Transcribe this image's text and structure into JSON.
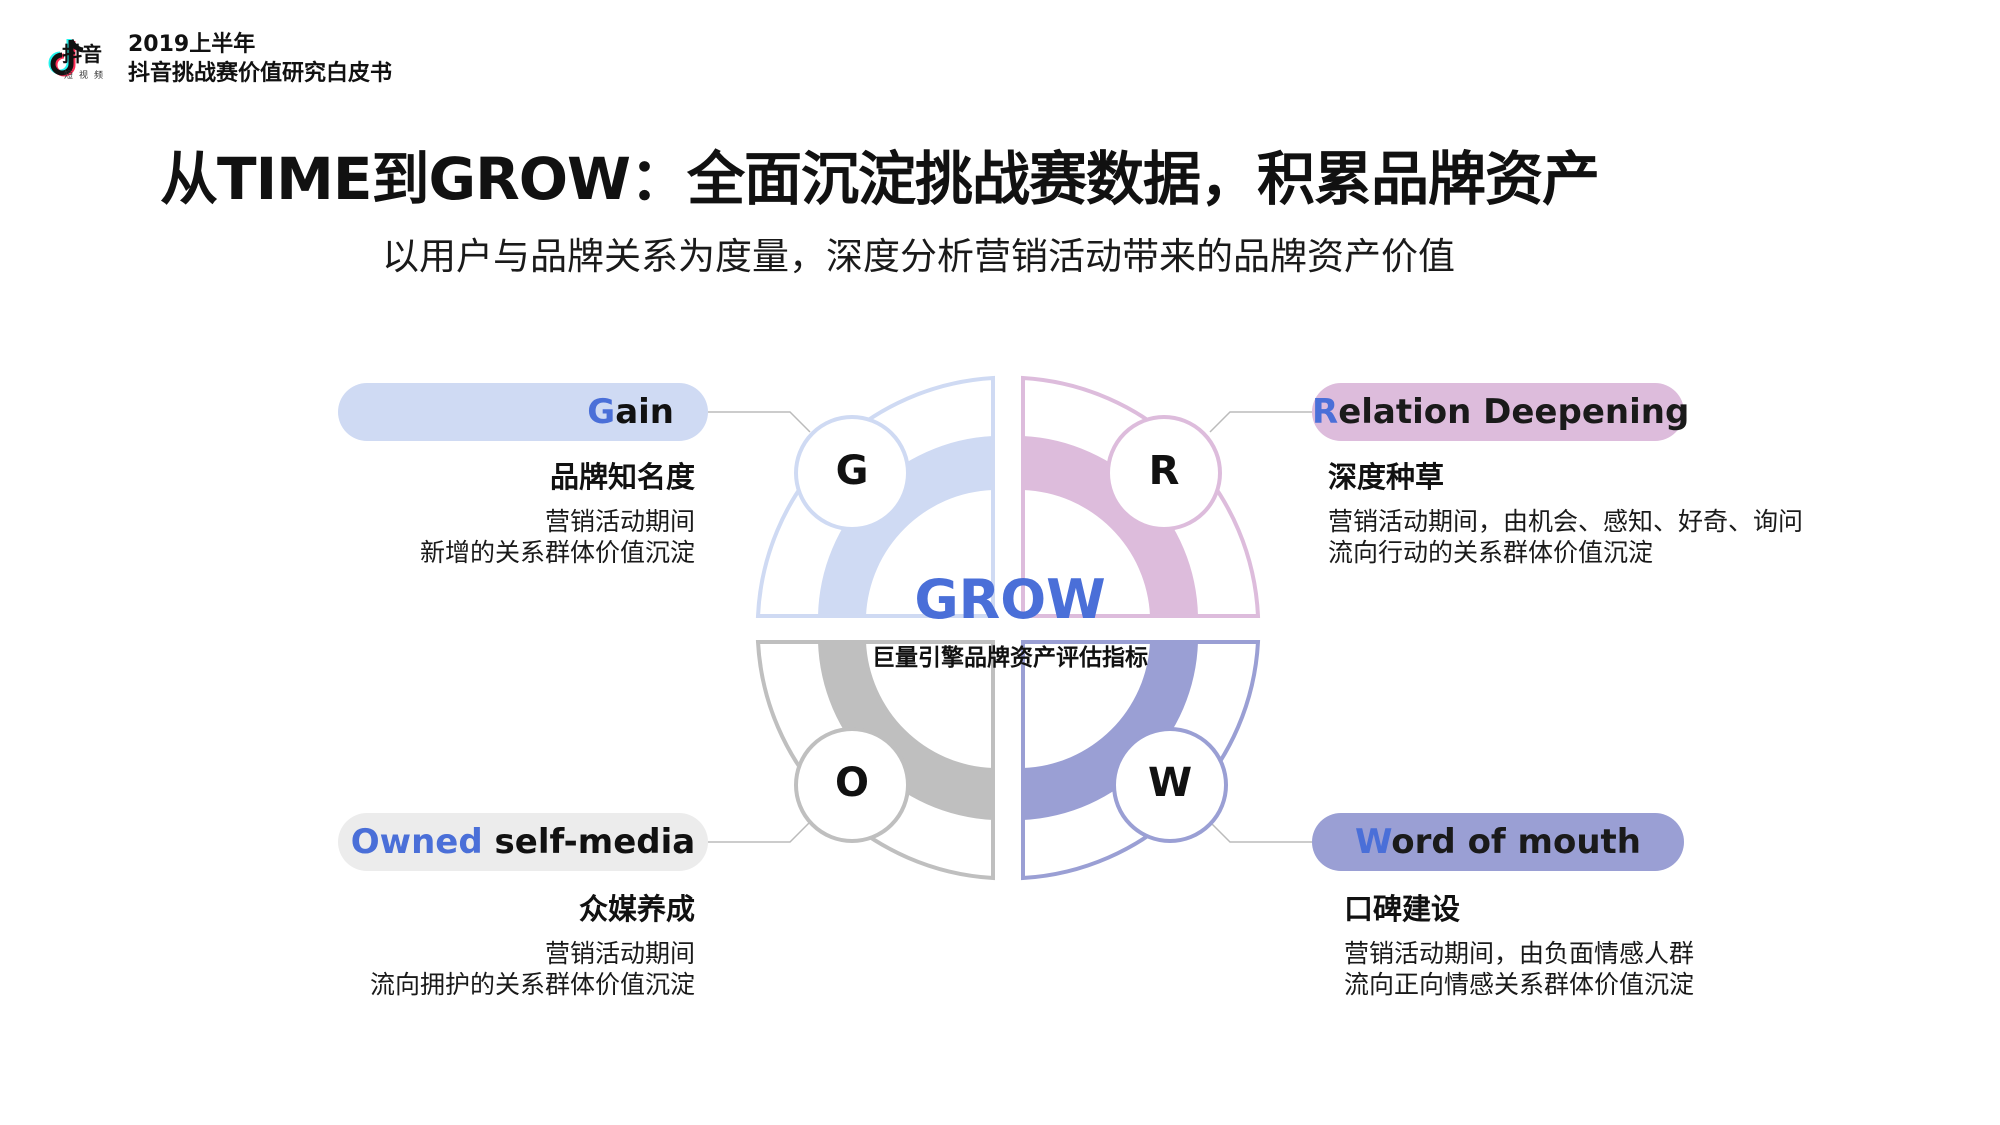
{
  "header": {
    "logo_text": "抖音",
    "logo_sub": "短视频",
    "line1": "2019上半年",
    "line2": "抖音挑战赛价值研究白皮书"
  },
  "title": "从TIME到GROW：全面沉淀挑战赛数据，积累品牌资产",
  "subtitle": "以用户与品牌关系为度量，深度分析营销活动带来的品牌资产价值",
  "center": {
    "title": "GROW",
    "subtitle": "巨量引擎品牌资产评估指标"
  },
  "colors": {
    "gain": "#cfdaf3",
    "relation": "#ddbcdc",
    "owned": "#bfbfbf",
    "word": "#9a9fd4",
    "accent": "#4a6fd8"
  },
  "quadrants": {
    "g": {
      "letter": "G",
      "pill_accent": "G",
      "pill_rest": "ain",
      "head": "品牌知名度",
      "line1": "营销活动期间",
      "line2": "新增的关系群体价值沉淀"
    },
    "r": {
      "letter": "R",
      "pill_accent": "R",
      "pill_rest": "elation Deepening",
      "head": "深度种草",
      "line1": "营销活动期间，由机会、感知、好奇、询问",
      "line2": "流向行动的关系群体价值沉淀"
    },
    "o": {
      "letter": "O",
      "pill_accent": "Owned",
      "pill_rest": " self-media",
      "head": "众媒养成",
      "line1": "营销活动期间",
      "line2": "流向拥护的关系群体价值沉淀"
    },
    "w": {
      "letter": "W",
      "pill_accent": "W",
      "pill_rest": "ord of mouth",
      "head": "口碑建设",
      "line1": "营销活动期间，由负面情感人群",
      "line2": "流向正向情感关系群体价值沉淀"
    }
  }
}
